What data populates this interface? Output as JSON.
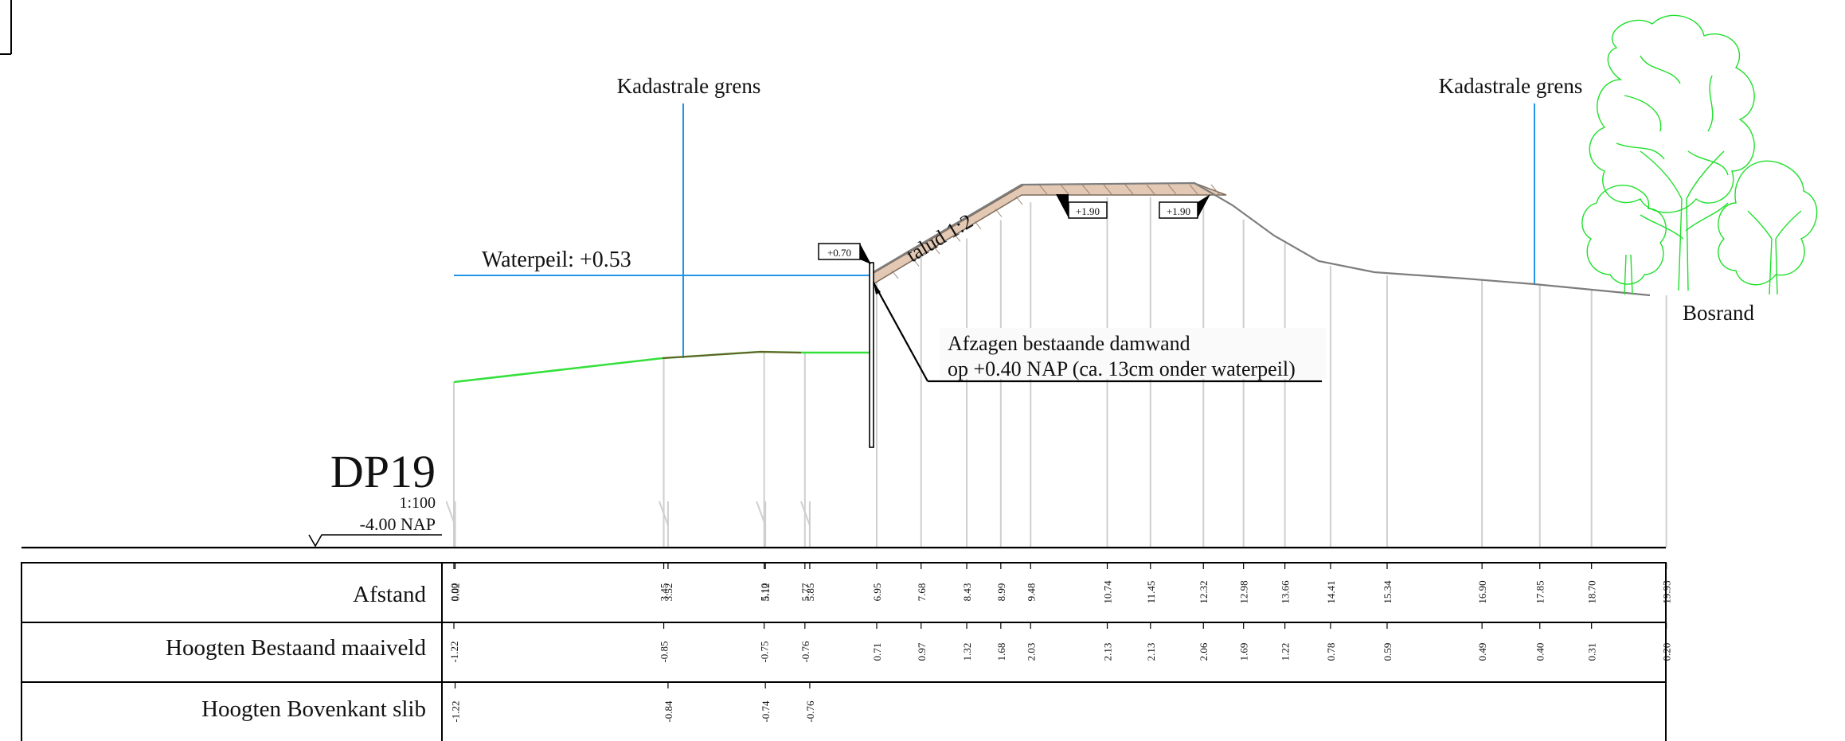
{
  "drawing": {
    "id": "DP19",
    "scale": "1:100",
    "reference_level": "-4.00  NAP"
  },
  "labels": {
    "cadastral_left": "Kadastrale grens",
    "cadastral_right": "Kadastrale grens",
    "water_level": "Waterpeil: +0.53",
    "slope": "talud 1:2",
    "forest_edge": "Bosrand",
    "note_line1": "Afzagen bestaande damwand",
    "note_line2": "op +0.40 NAP (ca. 13cm onder waterpeil)"
  },
  "level_tags": {
    "damwand_top": "+0.70",
    "crest_left": "+1.90",
    "crest_right": "+1.90"
  },
  "table": {
    "row_afstand": "Afstand",
    "row_maaiveld": "Hoogten Bestaand maaiveld",
    "row_slib": "Hoogten Bovenkant slib"
  },
  "chart_data": {
    "type": "line",
    "title": "DP19",
    "xlabel": "Afstand",
    "ylabel": "Hoogten",
    "reference_level_nap": -4.0,
    "water_level_nap": 0.53,
    "afstand": [
      "0.00",
      "0.02",
      "3.45",
      "3.52",
      "5.10",
      "5.12",
      "5.77",
      "5.85",
      "6.95",
      "7.68",
      "8.43",
      "8.99",
      "9.48",
      "10.74",
      "11.45",
      "12.32",
      "12.98",
      "13.66",
      "14.41",
      "15.34",
      "16.90",
      "17.85",
      "18.70",
      "19.93"
    ],
    "series": [
      {
        "name": "Hoogten Bestaand maaiveld",
        "points": [
          {
            "afstand": "0.00",
            "value": "-1.22"
          },
          {
            "afstand": "3.45",
            "value": "-0.85"
          },
          {
            "afstand": "5.10",
            "value": "-0.75"
          },
          {
            "afstand": "5.77",
            "value": "-0.76"
          },
          {
            "afstand": "6.95",
            "value": "0.71"
          },
          {
            "afstand": "7.68",
            "value": "0.97"
          },
          {
            "afstand": "8.43",
            "value": "1.32"
          },
          {
            "afstand": "8.99",
            "value": "1.68"
          },
          {
            "afstand": "9.48",
            "value": "2.03"
          },
          {
            "afstand": "10.74",
            "value": "2.13"
          },
          {
            "afstand": "11.45",
            "value": "2.13"
          },
          {
            "afstand": "12.32",
            "value": "2.06"
          },
          {
            "afstand": "12.98",
            "value": "1.69"
          },
          {
            "afstand": "13.66",
            "value": "1.22"
          },
          {
            "afstand": "14.41",
            "value": "0.78"
          },
          {
            "afstand": "15.34",
            "value": "0.59"
          },
          {
            "afstand": "16.90",
            "value": "0.49"
          },
          {
            "afstand": "17.85",
            "value": "0.40"
          },
          {
            "afstand": "18.70",
            "value": "0.31"
          },
          {
            "afstand": "19.93",
            "value": "0.20"
          }
        ]
      },
      {
        "name": "Hoogten Bovenkant slib",
        "points": [
          {
            "afstand": "0.02",
            "value": "-1.22"
          },
          {
            "afstand": "3.52",
            "value": "-0.84"
          },
          {
            "afstand": "5.12",
            "value": "-0.74"
          },
          {
            "afstand": "5.85",
            "value": "-0.76"
          }
        ]
      }
    ]
  },
  "colors": {
    "water_line": "#2196e8",
    "slib_line": "#35e03a",
    "tree": "#1fe02a",
    "fill_body": "#e3c9b4",
    "ground_line": "#7d7d7d",
    "vertical_guides": "#cfcfcf"
  }
}
